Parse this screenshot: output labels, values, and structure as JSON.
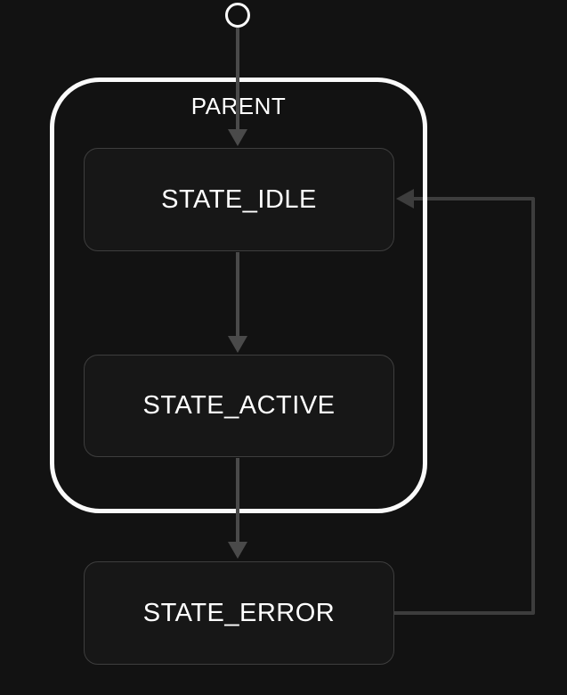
{
  "colors": {
    "canvas-bg": "#121212",
    "parent-border": "#fafafa",
    "node-border": "#3e3e3e",
    "node-fill": "#171717",
    "edge": "#4a4a4a",
    "loop": "#3d3d3d",
    "text": "#ffffff"
  },
  "diagram": {
    "type": "state-machine",
    "parent": {
      "id": "parent",
      "label": "PARENT"
    },
    "nodes": [
      {
        "id": "initial",
        "kind": "initial-marker"
      },
      {
        "id": "state_idle",
        "label": "STATE_IDLE",
        "inside": "parent"
      },
      {
        "id": "state_active",
        "label": "STATE_ACTIVE",
        "inside": "parent"
      },
      {
        "id": "state_error",
        "label": "STATE_ERROR",
        "inside": null
      }
    ],
    "edges": [
      {
        "from": "initial",
        "to": "state_idle"
      },
      {
        "from": "state_idle",
        "to": "state_active"
      },
      {
        "from": "state_active",
        "to": "state_error"
      },
      {
        "from": "state_error",
        "to": "state_idle"
      }
    ]
  }
}
